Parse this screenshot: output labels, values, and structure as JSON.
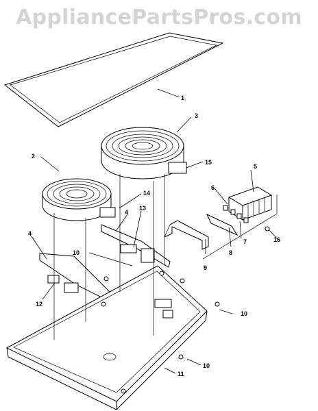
{
  "watermark": "AppliancePartsPros.com",
  "callouts": {
    "c1": "1",
    "c2": "2",
    "c3": "3",
    "c4a": "4",
    "c4b": "4",
    "c5": "5",
    "c6": "6",
    "c7": "7",
    "c8": "8",
    "c9": "9",
    "c10a": "10",
    "c10b": "10",
    "c10c": "10",
    "c11": "11",
    "c12": "12",
    "c13": "13",
    "c14": "14",
    "c15": "15",
    "c16": "16"
  }
}
